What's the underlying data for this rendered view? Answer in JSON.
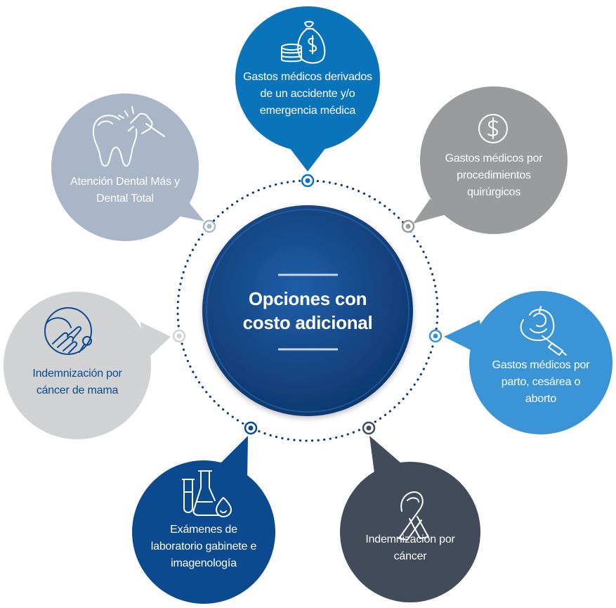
{
  "center": {
    "title": "Opciones con\ncosto adicional"
  },
  "options": [
    {
      "label": "Gastos médicos derivados\nde un accidente y/o\nemergencia médica",
      "icon": "money-bag-icon",
      "color": "#0a74bb"
    },
    {
      "label": "Gastos médicos por\nprocedimientos\nquirúrgicos",
      "icon": "dollar-circle-icon",
      "color": "#9a9b9d"
    },
    {
      "label": "Gastos médicos por\nparto, cesárea o\naborto",
      "icon": "fetus-icon",
      "color": "#3b94d6"
    },
    {
      "label": "Indemnización por\ncáncer",
      "icon": "awareness-ribbon-icon",
      "color": "#424b5a"
    },
    {
      "label": "Exámenes de\nlaboratorio gabinete e\nimagenología",
      "icon": "lab-flasks-icon",
      "color": "#0b4a8f"
    },
    {
      "label": "Indemnización por\ncáncer de mama",
      "icon": "breast-exam-icon",
      "color": "#d0d2d4"
    },
    {
      "label": "Atención Dental Más y\nDental Total",
      "icon": "tooth-drill-icon",
      "color": "#a8b6c8"
    }
  ],
  "colors": {
    "center_dark": "#123a72",
    "center_light": "#1d5aa3",
    "dots": "#0d3870"
  }
}
